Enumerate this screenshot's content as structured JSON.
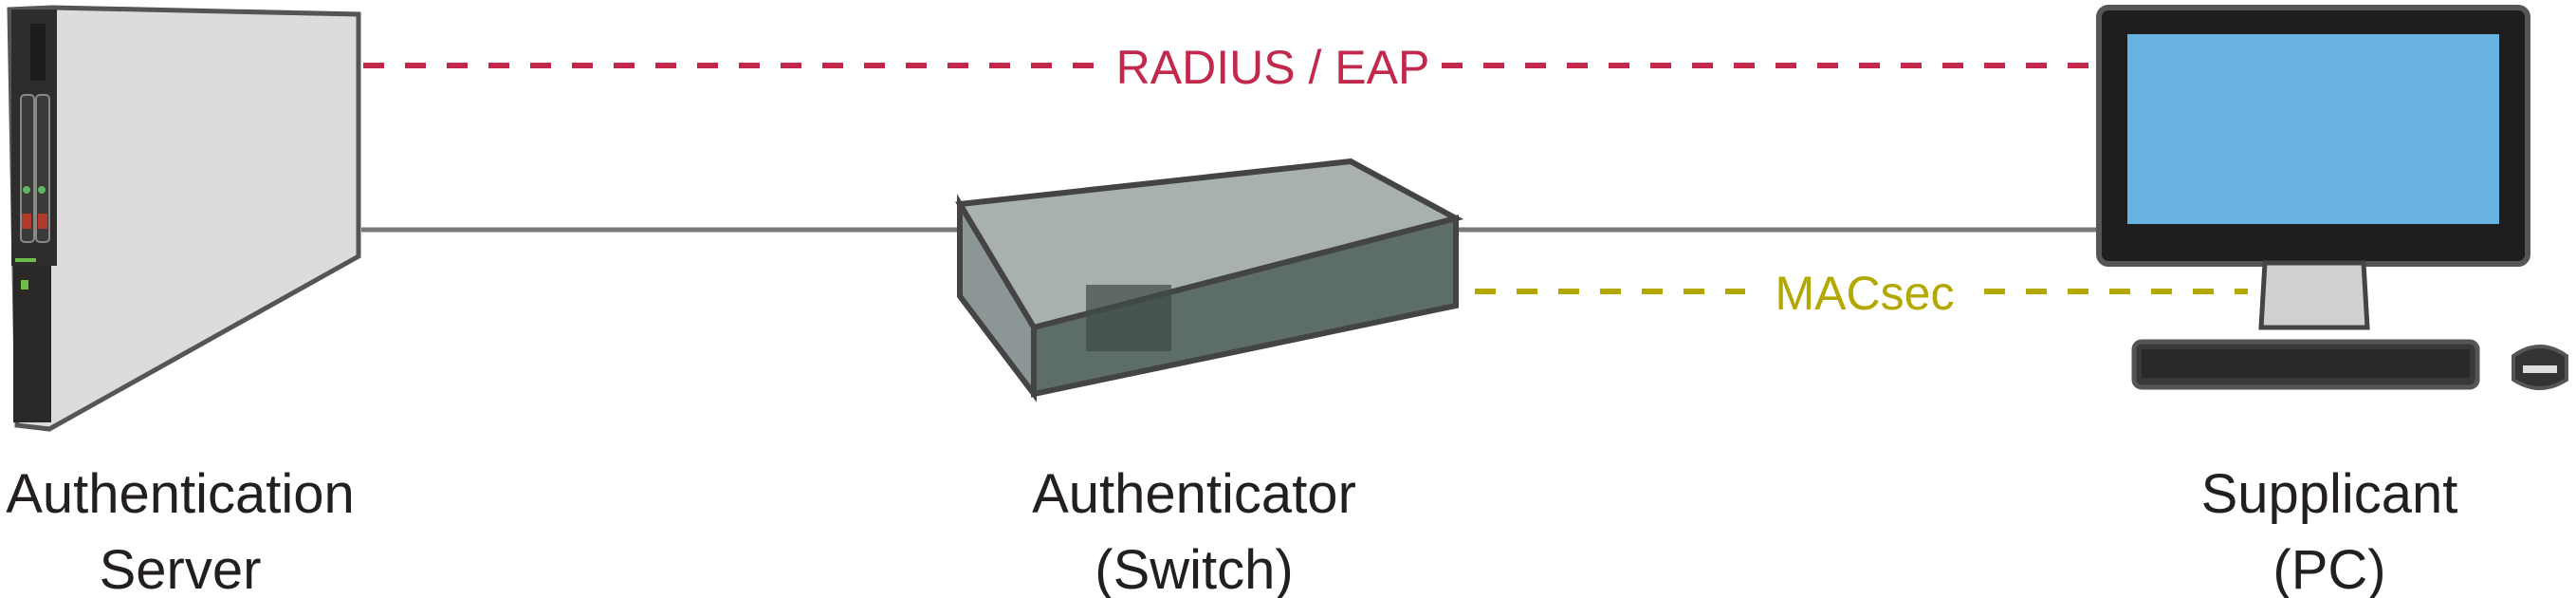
{
  "nodes": {
    "server": {
      "line1": "Authentication",
      "line2": "Server"
    },
    "switch": {
      "line1": "Authenticator",
      "line2": "(Switch)"
    },
    "pc": {
      "line1": "Supplicant",
      "line2": "(PC)"
    }
  },
  "links": {
    "radius": {
      "label": "RADIUS / EAP",
      "color": "#c1284b"
    },
    "macsec": {
      "label": "MACsec",
      "color": "#b3a800"
    },
    "wire_color": "#777777"
  },
  "colors": {
    "screen": "#68b2e2"
  }
}
